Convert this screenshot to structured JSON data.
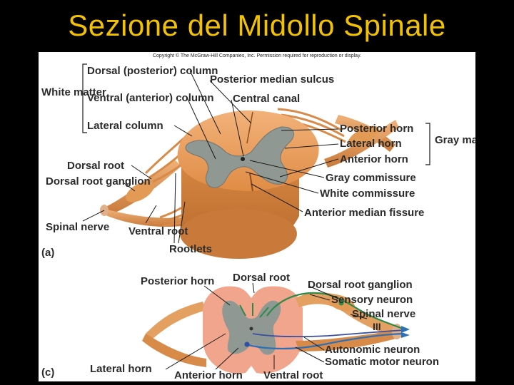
{
  "slide": {
    "title": "Sezione del Midollo Spinale"
  },
  "figure": {
    "copyright": "Copyright © The McGraw-Hill Companies, Inc. Permission required for reproduction or display.",
    "panel_a": {
      "tag": "(a)",
      "white_matter_group": "White matter",
      "white_matter_items": [
        "Dorsal (posterior) column",
        "Ventral (anterior) column",
        "Lateral column"
      ],
      "gray_matter_group": "Gray matter",
      "gray_matter_items": [
        "Posterior horn",
        "Lateral horn",
        "Anterior horn"
      ],
      "labels": {
        "posterior_median_sulcus": "Posterior median sulcus",
        "central_canal": "Central canal",
        "dorsal_root": "Dorsal root",
        "dorsal_root_ganglion": "Dorsal root ganglion",
        "spinal_nerve": "Spinal nerve",
        "ventral_root": "Ventral root",
        "rootlets": "Rootlets",
        "gray_commissure": "Gray commissure",
        "white_commissure": "White commissure",
        "anterior_median_fissure": "Anterior median fissure"
      }
    },
    "panel_c": {
      "tag": "(c)",
      "labels": {
        "posterior_horn": "Posterior horn",
        "dorsal_root": "Dorsal root",
        "dorsal_root_ganglion": "Dorsal root ganglion",
        "sensory_neuron": "Sensory neuron",
        "spinal_nerve": "Spinal nerve",
        "autonomic_neuron": "Autonomic neuron",
        "somatic_motor_neuron": "Somatic motor neuron",
        "lateral_horn": "Lateral horn",
        "anterior_horn": "Anterior horn",
        "ventral_root": "Ventral root",
        "roman_numeral": "III"
      }
    },
    "colors": {
      "title": "#f2c200",
      "cord_orange": "#e59a55",
      "cord_dark": "#c97a3a",
      "gray_matter": "#8f9892",
      "cord_pink": "#f0a58c",
      "nerve_orange": "#e3a060",
      "sensory_green": "#2f8a4a",
      "motor_blue": "#2f6fb4"
    }
  }
}
